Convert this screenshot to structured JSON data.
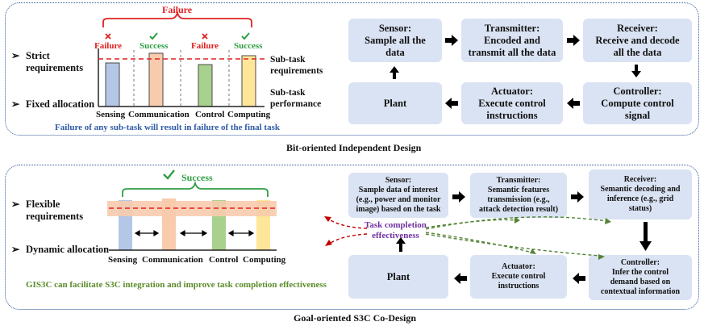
{
  "top": {
    "failure_title": "Failure",
    "statuses": [
      "Failure",
      "Success",
      "Failure",
      "Success"
    ],
    "status_colors": [
      "#e02020",
      "#2f9e44",
      "#e02020",
      "#2f9e44"
    ],
    "left_labels": [
      "Strict\nrequirements",
      "Fixed allocation"
    ],
    "right_labels": [
      "Sub-task\nrequirements",
      "Sub-task\nperformance"
    ],
    "bars": [
      "Sensing",
      "Communication",
      "Control",
      "Computing"
    ],
    "bar_colors": [
      "#b4c7e7",
      "#f8cbad",
      "#a9d18e",
      "#ffe699"
    ],
    "note": "Failure of any sub-task will result in failure of the final task",
    "boxes": {
      "sensor": "Sensor:\nSample all the\ndata",
      "transmitter": "Transmitter:\nEncoded and\ntransmit all the data",
      "receiver": "Receiver:\nReceive and decode\nall the data",
      "plant": "Plant",
      "actuator": "Actuator:\nExecute control\ninstructions",
      "controller": "Controller:\nCompute control\nsignal"
    },
    "caption": "Bit-oriented Independent Design"
  },
  "bottom": {
    "success_title": "Success",
    "left_labels": [
      "Flexible\nrequirements",
      "Dynamic allocation"
    ],
    "bars": [
      "Sensing",
      "Communication",
      "Control",
      "Computing"
    ],
    "note": "GIS3C can facilitate S3C integration and improve task completion effectiveness",
    "task_label": "Task completion\neffectiveness",
    "boxes": {
      "sensor": "Sensor:\nSample data of interest\n(e.g., power and monitor\nimage) based on the task",
      "transmitter": "Transmitter:\nSemantic features\ntransmission (e.g.,\nattack detection result)",
      "receiver": "Receiver:\nSemantic decoding and\ninference (e.g., grid\nstatus)",
      "plant": "Plant",
      "actuator": "Actuator:\nExecute control\ninstructions",
      "controller": "Controller:\nInfer the control\ndemand based on\ncontextual information"
    },
    "caption": "Goal-oriented S3C Co-Design"
  },
  "colors": {
    "panel_border": "#2f5597",
    "box_fill": "#dae3f3",
    "failure": "#e02020",
    "success": "#2f9e44",
    "note_blue": "#2e5aa8",
    "note_green": "#5b8c2a",
    "task_purple": "#7030a0",
    "arrow_red": "#c00000",
    "arrow_green": "#548235"
  }
}
